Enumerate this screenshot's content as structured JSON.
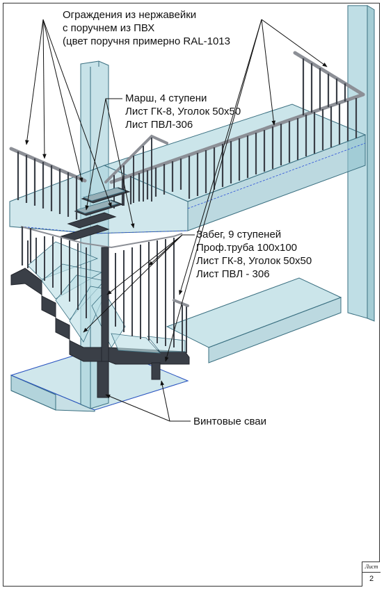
{
  "annotations": {
    "railing": {
      "lines": [
        "Ограждения из нержавейки",
        "с поручнем из ПВХ",
        "(цвет поручня примерно RAL-1013"
      ]
    },
    "march": {
      "lines": [
        "Марш, 4 ступени",
        "Лист ГК-8, Уголок 50х50",
        "Лист ПВЛ-306"
      ]
    },
    "winder": {
      "lines": [
        "Забег, 9 ступеней",
        "Проф.труба 100х100",
        "Лист ГК-8, Уголок 50х50",
        "Лист ПВЛ - 306"
      ]
    },
    "piles": {
      "lines": [
        "Винтовые сваи"
      ]
    }
  },
  "title_block": {
    "sheet_label": "Лист",
    "sheet_number": "2"
  },
  "colors": {
    "beam_fill": "#a9d3dc",
    "beam_stroke": "#3a6f80",
    "steel": "#3a3f47",
    "steel_light": "#6b707a",
    "rail": "#8c8f96",
    "blue_line": "#2a4fd8"
  }
}
